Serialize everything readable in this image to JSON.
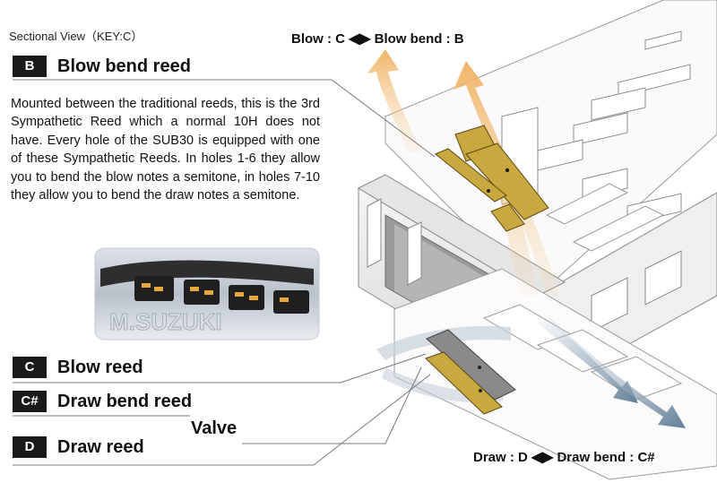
{
  "section_title": "Sectional View（KEY:C）",
  "items": [
    {
      "key": "B",
      "label": "Blow bend reed"
    },
    {
      "key": "C",
      "label": "Blow reed"
    },
    {
      "key": "C#",
      "label": "Draw bend reed"
    },
    {
      "key": "D",
      "label": "Draw reed"
    }
  ],
  "description": "Mounted between the traditional reeds, this is the 3rd Sympathetic Reed which a normal 10H does not have. Every hole of the SUB30 is equipped with one of these Sympathetic Reeds. In holes 1-6 they allow you to bend the blow notes a semitone, in holes 7-10 they allow you to bend the draw notes a semitone.",
  "photo_text": "M.SUZUKI",
  "valve_label": "Valve",
  "blow_caption": {
    "left": "Blow : C",
    "right": "Blow bend : B"
  },
  "draw_caption": {
    "left": "Draw : D",
    "right": "Draw bend : C#"
  },
  "arrow_glyph": "◀▶",
  "colors": {
    "reed_gold": "#c9a840",
    "draw_reed_gray": "#8a8a8a",
    "blow_arrow": "#f2c98a",
    "draw_arrow": "#6f8aa0",
    "tag_bg": "#1a1a1a"
  }
}
